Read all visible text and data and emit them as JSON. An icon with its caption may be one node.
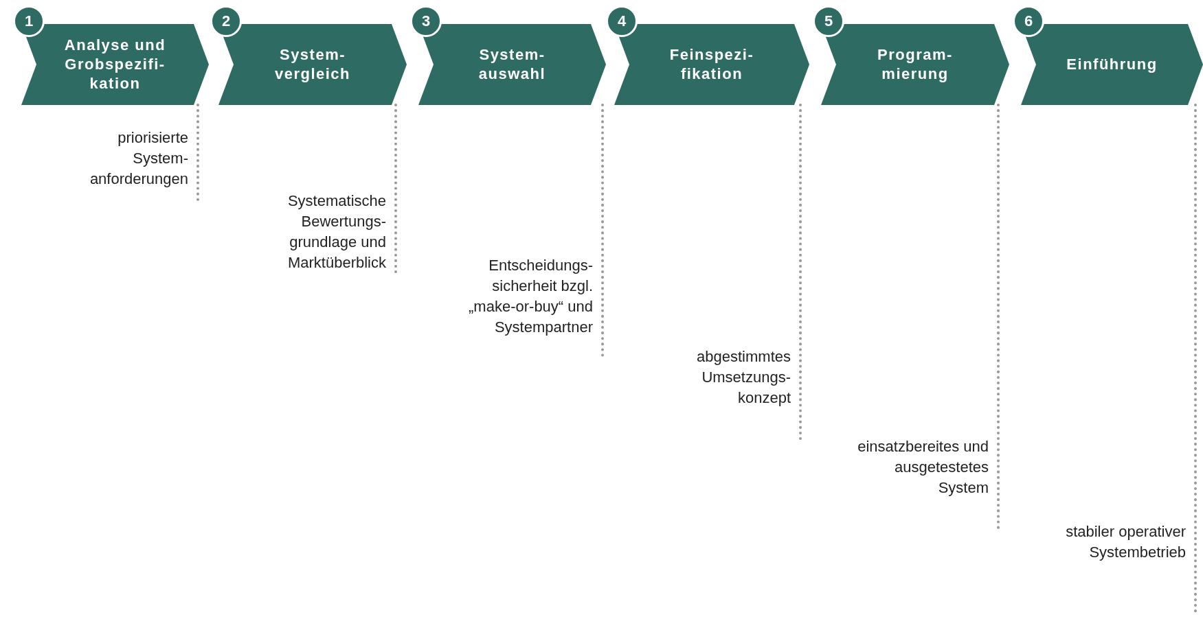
{
  "diagram": {
    "nodes": [
      {
        "text": [
          "1"
        ]
      },
      {
        "text": [
          "Analyse und Grobspezifi- kation"
        ]
      },
      {
        "text": [
          "2"
        ]
      },
      {
        "text": [
          "System- vergleich"
        ]
      },
      {
        "text": [
          "3"
        ]
      },
      {
        "text": [
          "System- auswahl"
        ]
      },
      {
        "text": [
          "4"
        ]
      },
      {
        "text": [
          "Feinspezi- fikation"
        ]
      },
      {
        "text": [
          "5"
        ]
      },
      {
        "text": [
          "Program- mierung"
        ]
      },
      {
        "text": [
          "6"
        ]
      },
      {
        "text": [
          "Einführung"
        ]
      }
    ],
    "edges": [],
    "labels": [
      "priorisierte System- anforderungen",
      "Systematische Bewertungs- grundlage und Marktüberblick",
      "Entscheidungs- sicherheit bzgl. „make-or-buy“ und Systempartner",
      "abgestimmtes Umsetzungs- konzept",
      "einsatzbereites und ausgetestetes System",
      "stabiler operativer Systembetrieb"
    ]
  }
}
